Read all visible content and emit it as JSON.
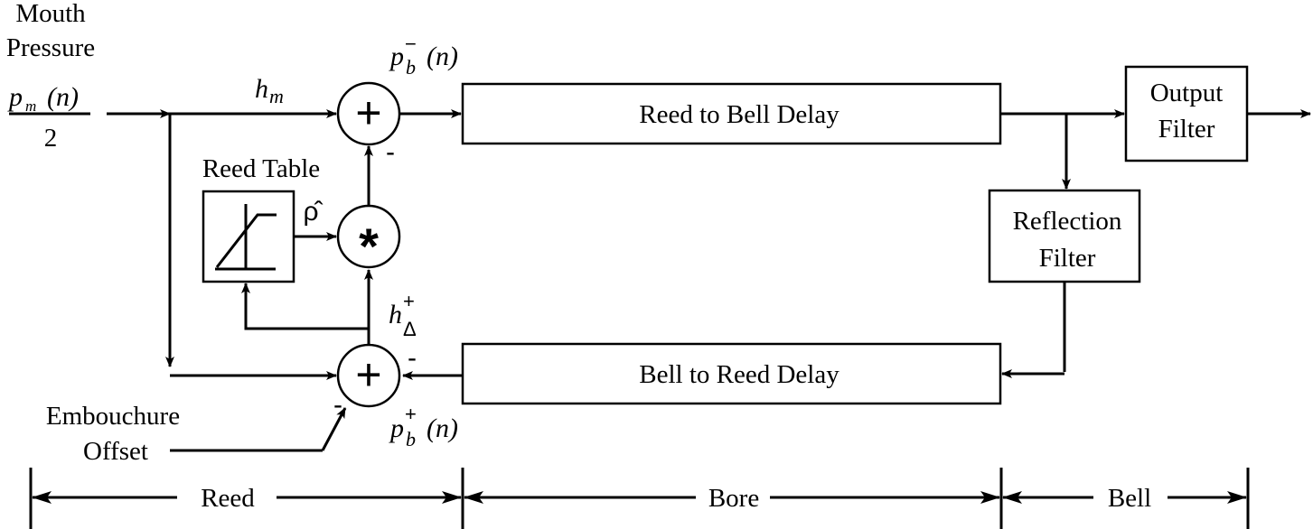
{
  "inputs": {
    "mouth_pressure": [
      "Mouth",
      "Pressure"
    ],
    "pm_num_p": "p",
    "pm_num_sub": "m",
    "pm_num_arg": "(n)",
    "pm_den": "2",
    "embouchure": [
      "Embouchure",
      "Offset"
    ]
  },
  "blocks": {
    "reed_to_bell": "Reed to Bell Delay",
    "bell_to_reed": "Bell to Reed Delay",
    "output_filter": [
      "Output",
      "Filter"
    ],
    "reflection_filter": [
      "Reflection",
      "Filter"
    ],
    "reed_table": "Reed Table"
  },
  "signals": {
    "hm_h": "h",
    "hm_sub": "m",
    "pb_minus_p": "p",
    "pb_minus_sup": "−",
    "pb_minus_sub": "b",
    "pb_minus_arg": "(n)",
    "pb_plus_p": "p",
    "pb_plus_sup": "+",
    "pb_plus_sub": "b",
    "pb_plus_arg": "(n)",
    "hdelta_h": "h",
    "hdelta_sup": "+",
    "hdelta_sub": "Δ",
    "rho_hat": "ρ̂"
  },
  "operators": {
    "sum": "+",
    "multiply": "*",
    "minus_top": "-",
    "minus_bottom_right": "-",
    "minus_bottom_left": "-"
  },
  "sections": {
    "reed": "Reed",
    "bore": "Bore",
    "bell": "Bell"
  }
}
